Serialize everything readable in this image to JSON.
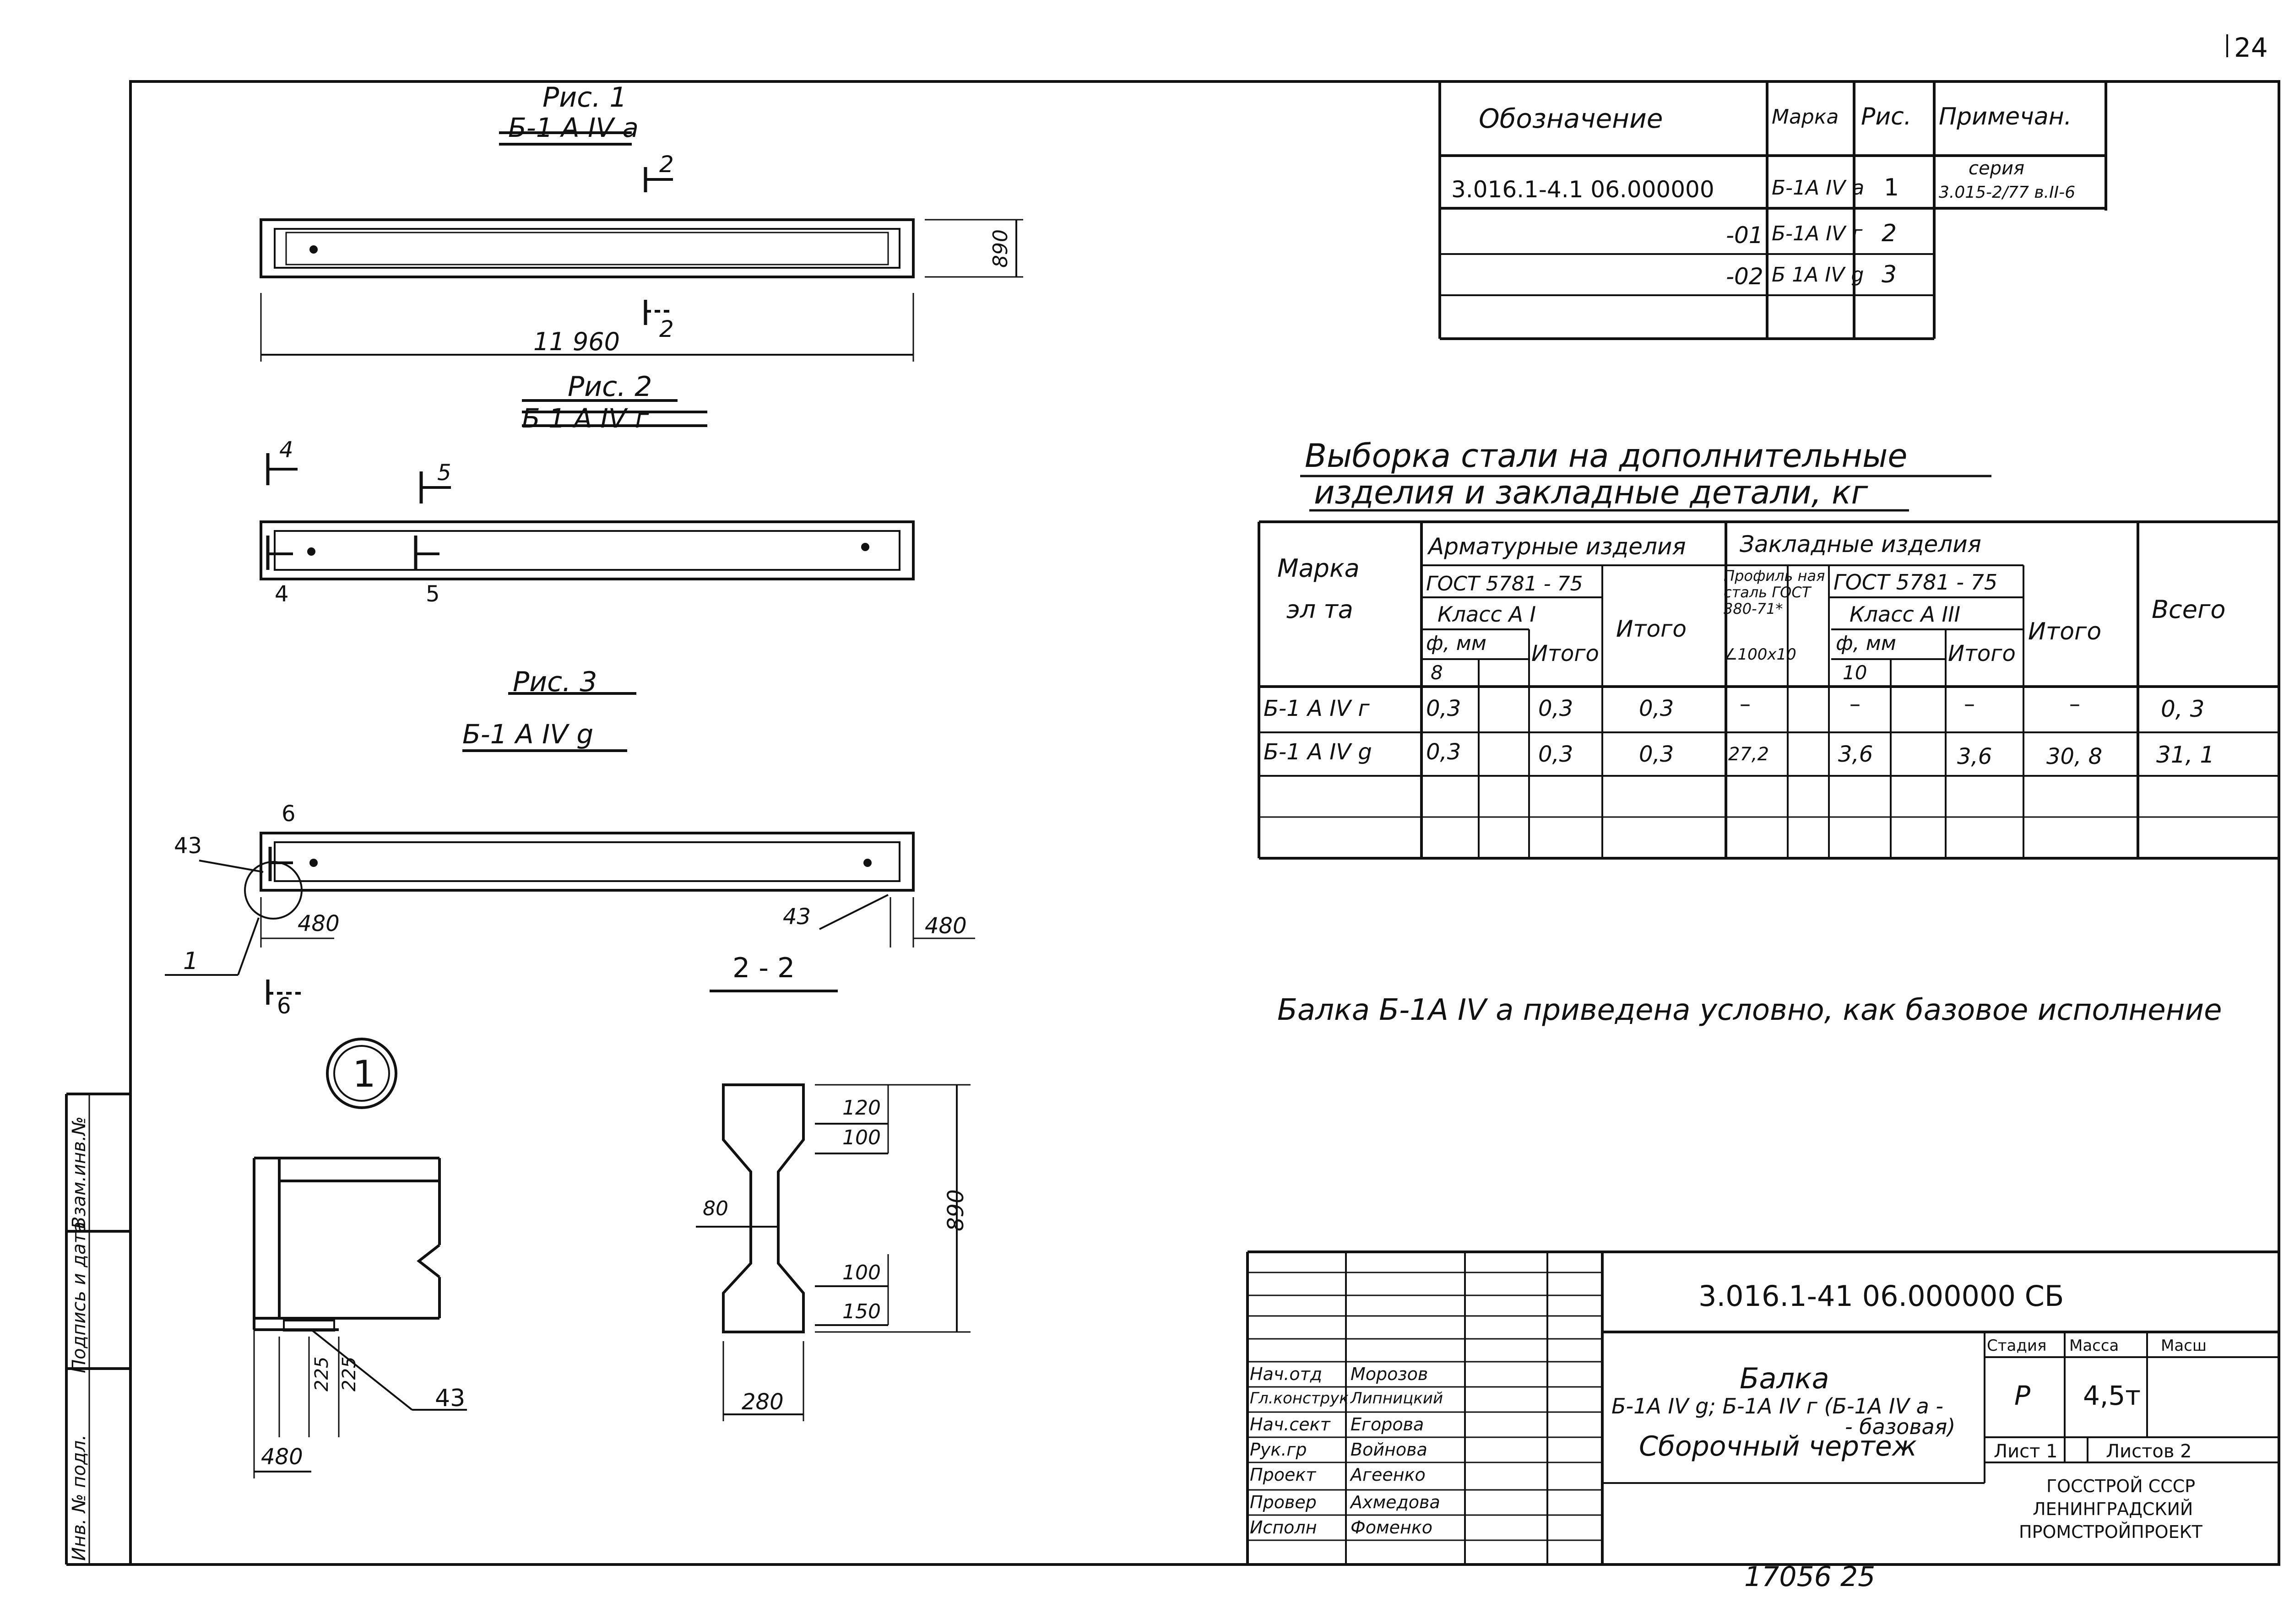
{
  "page_number": "24",
  "archive_number": "17056  25",
  "figures": {
    "fig1": {
      "title": "Рис. 1",
      "mark": "Б-1 А IV а",
      "length": "11 960",
      "height": "890",
      "section": "2"
    },
    "fig2": {
      "title": "Рис. 2",
      "mark": "Б 1 А IV г",
      "section_a": "4",
      "section_b": "5"
    },
    "fig3": {
      "title": "Рис. 3",
      "mark": "Б-1 А IV g",
      "section": "6",
      "dim_43a": "43",
      "dim_43b": "43",
      "dim_480a": "480",
      "dim_480b": "480",
      "node": "1"
    }
  },
  "section_22": {
    "title": "2 - 2",
    "dims": {
      "top": "120",
      "top2": "100",
      "web": "80",
      "bot2": "100",
      "bot": "150",
      "width": "280",
      "height": "890"
    }
  },
  "node1": {
    "label": "1",
    "dim_225a": "225",
    "dim_225b": "225",
    "dim_480": "480",
    "dim_43": "43"
  },
  "spec_table": {
    "headers": [
      "Обозначение",
      "Марка",
      "Рис.",
      "Примечан."
    ],
    "rows": [
      {
        "designation": "3.016.1-4.1 06.000000",
        "mark": "Б-1А IV а",
        "fig": "1",
        "note_top": "серия",
        "note": "3.015-2/77 в.II-6"
      },
      {
        "designation": "-01",
        "mark": "Б-1А IV г",
        "fig": "2",
        "note_top": "",
        "note": ""
      },
      {
        "designation": "-02",
        "mark": "Б 1А IV g",
        "fig": "3",
        "note_top": "",
        "note": ""
      }
    ]
  },
  "steel_title": {
    "line1": "Выборка   стали  на  дополнительные",
    "line2": "изделия и закладные  детали, кг"
  },
  "steel_table": {
    "h_mark": "Марка\nэл та",
    "h_arm": "Арматурные  изделия",
    "h_zakl": "Закладные  изделия",
    "h_gost1": "ГОСТ 5781 - 75",
    "h_class1": "Класс А I",
    "h_phi1": "ф, мм",
    "h_d8": "8",
    "h_itogo": "Итого",
    "h_prof": "Профиль ная сталь ГОСТ 380-71*",
    "h_angle": "∠100х10",
    "h_gost2": "ГОСТ 5781 - 75",
    "h_class3": "Класс А III",
    "h_phi2": "ф, мм",
    "h_d10": "10",
    "h_total": "Всего",
    "rows": [
      {
        "mark": "Б-1 А IV г",
        "c1": "0,3",
        "c2": "0,3",
        "c3": "0,3",
        "c4": "–",
        "c5": "–",
        "c6": "–",
        "c7": "–",
        "c8": "0, 3"
      },
      {
        "mark": "Б-1 А IV g",
        "c1": "0,3",
        "c2": "0,3",
        "c3": "0,3",
        "c4": "27,2",
        "c5": "3,6",
        "c6": "3,6",
        "c7": "30, 8",
        "c8": "31, 1"
      }
    ]
  },
  "note": "Балка Б-1А IV а  приведена условно, как базовое исполнение",
  "side_stamp": [
    "Инв. № подл.",
    "Подпись и дата",
    "Взам.инв.№"
  ],
  "title_block": {
    "code": "3.016.1-41  06.000000  СБ",
    "name_1": "Балка",
    "name_2": "Б-1А IV g; Б-1А IV г (Б-1А IV а -",
    "name_3": "- базовая)",
    "name_4": "Сборочный  чертеж",
    "stage_h": "Стадия",
    "mass_h": "Масса",
    "scale_h": "Масш",
    "stage": "Р",
    "mass": "4,5т",
    "sheet": "Лист 1",
    "sheets": "Листов 2",
    "org1": "ГОССТРОЙ СССР",
    "org2": "ЛЕНИНГРАДСКИЙ",
    "org3": "ПРОМСТРОЙПРОЕКТ",
    "people": [
      {
        "role": "Нач.отд",
        "name": "Морозов"
      },
      {
        "role": "Гл.конструк",
        "name": "Липницкий"
      },
      {
        "role": "Нач.сект",
        "name": "Егорова"
      },
      {
        "role": "Рук.гр",
        "name": "Войнова"
      },
      {
        "role": "Проект",
        "name": "Агеенко"
      },
      {
        "role": "Провер",
        "name": "Ахмедова"
      },
      {
        "role": "Исполн",
        "name": "Фоменко"
      }
    ]
  }
}
